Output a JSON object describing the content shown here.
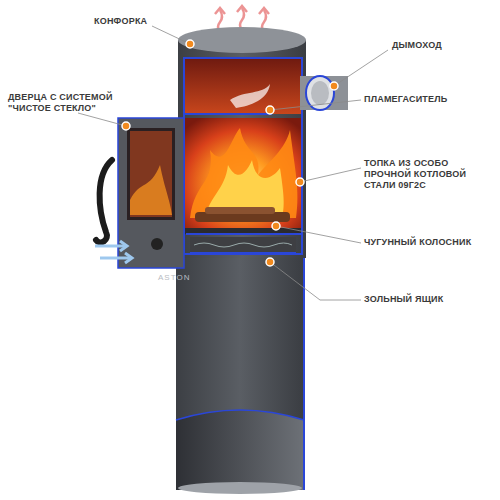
{
  "diagram": {
    "labels": [
      "КОНФОРКА",
      "ДЫМОХОД",
      "ДВЕРЦА С СИСТЕМОЙ \"ЧИСТОЕ СТЕКЛО\"",
      "ПЛАМЕГАСИТЕЛЬ",
      "ТОПКА ИЗ ОСОБО ПРОЧНОЙ КОТЛОВОЙ СТАЛИ 09Г2С",
      "ЧУГУННЫЙ КОЛОСНИК",
      "ЗОЛЬНЫЙ ЯЩИК",
      "ASTON"
    ]
  }
}
